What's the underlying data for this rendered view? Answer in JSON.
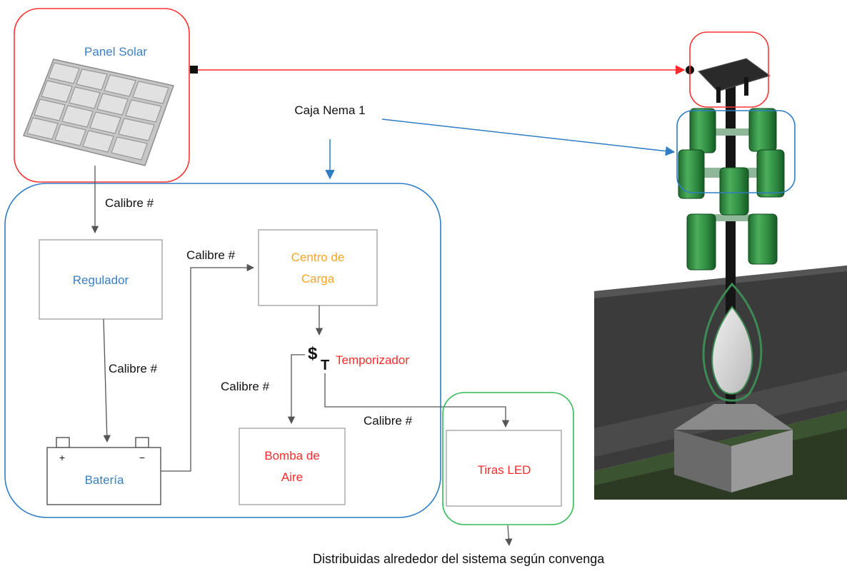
{
  "labels": {
    "panel_solar": "Panel Solar",
    "caja_nema": "Caja Nema 1",
    "regulador": "Regulador",
    "centro_line1": "Centro de",
    "centro_line2": "Carga",
    "bateria": "Batería",
    "bateria_plus": "+",
    "bateria_minus": "−",
    "bomba_line1": "Bomba de",
    "bomba_line2": "Aire",
    "tiras_led": "Tiras LED",
    "timer_dollar": "$",
    "timer_t": "T",
    "temporizador": "Temporizador",
    "calibre_panel_reg": "Calibre #",
    "calibre_reg_bat": "Calibre #",
    "calibre_bat_centro": "Calibre #",
    "calibre_timer_bomba": "Calibre #",
    "calibre_timer_led": "Calibre #",
    "distribuidas": "Distribuidas alrededor del sistema según convenga"
  },
  "colors": {
    "blue_text": "#3a7fc1",
    "orange_text": "#f5a623",
    "red_text": "#ff2a2a",
    "group_red": "#ff3333",
    "group_blue": "#2f7dc4",
    "group_green": "#33bb55",
    "connector": "#555555",
    "box_border": "#9e9e9e"
  }
}
